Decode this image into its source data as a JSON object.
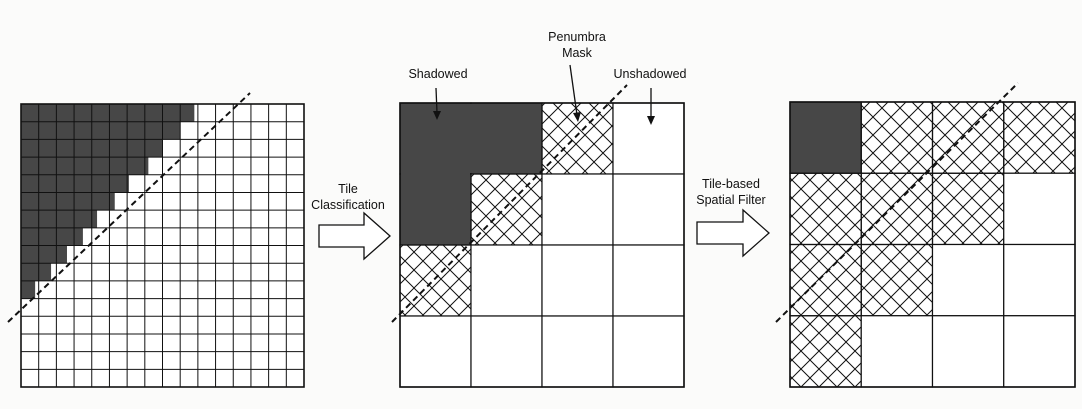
{
  "labels": {
    "shadowed": "Shadowed",
    "penumbra_line1": "Penumbra",
    "penumbra_line2": "Mask",
    "unshadowed": "Unshadowed",
    "step1_line1": "Tile",
    "step1_line2": "Classification",
    "step2_line1": "Tile-based",
    "step2_line2": "Spatial Filter"
  },
  "colors": {
    "shadow_fill": "#474747",
    "grid_line": "#111111",
    "background": "#fbfbfa"
  },
  "panels": [
    {
      "name": "pixel-grid",
      "grid_size": 16,
      "shadowed_region": "upper-left triangle above the diagonal shadow edge"
    },
    {
      "name": "tile-classification-grid",
      "grid_size": 4,
      "tiles": [
        [
          "shadow",
          "shadow",
          "penumbra",
          "lit"
        ],
        [
          "shadow",
          "penumbra",
          "lit",
          "lit"
        ],
        [
          "penumbra",
          "lit",
          "lit",
          "lit"
        ],
        [
          "lit",
          "lit",
          "lit",
          "lit"
        ]
      ]
    },
    {
      "name": "spatial-filter-grid",
      "grid_size": 4,
      "tiles": [
        [
          "shadow",
          "penumbra",
          "penumbra",
          "penumbra"
        ],
        [
          "penumbra",
          "penumbra",
          "penumbra",
          "lit"
        ],
        [
          "penumbra",
          "penumbra",
          "lit",
          "lit"
        ],
        [
          "penumbra",
          "lit",
          "lit",
          "lit"
        ]
      ]
    }
  ]
}
